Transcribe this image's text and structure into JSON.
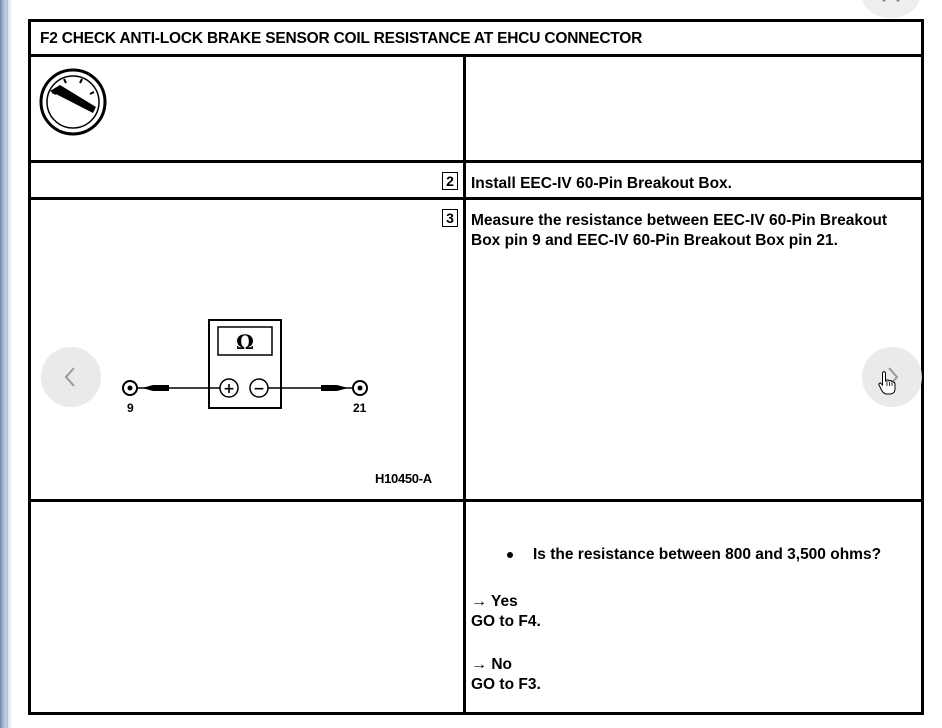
{
  "document": {
    "title": "F2 CHECK ANTI-LOCK BRAKE SENSOR COIL RESISTANCE AT EHCU CONNECTOR",
    "step2": {
      "number": "2",
      "instruction": "Install EEC-IV 60-Pin Breakout Box."
    },
    "step3": {
      "number": "3",
      "instruction": "Measure the resistance between EEC-IV 60-Pin Breakout Box pin 9 and EEC-IV 60-Pin Breakout Box pin 21."
    },
    "diagram": {
      "meter_symbol": "Ω",
      "plus_symbol": "+",
      "minus_symbol": "−",
      "pin_left": "9",
      "pin_right": "21",
      "figure_id": "H10450-A"
    },
    "question": "Is the resistance between 800 and 3,500 ohms?",
    "answers": [
      {
        "arrow": "→",
        "label": "Yes",
        "action": "GO to F4."
      },
      {
        "arrow": "→",
        "label": "No",
        "action": "GO to F3."
      }
    ]
  },
  "icons": {
    "close": "close-icon",
    "prev": "chevron-left-icon",
    "next": "chevron-right-icon",
    "gauge": "gauge-icon",
    "cursor": "hand-cursor-icon"
  }
}
